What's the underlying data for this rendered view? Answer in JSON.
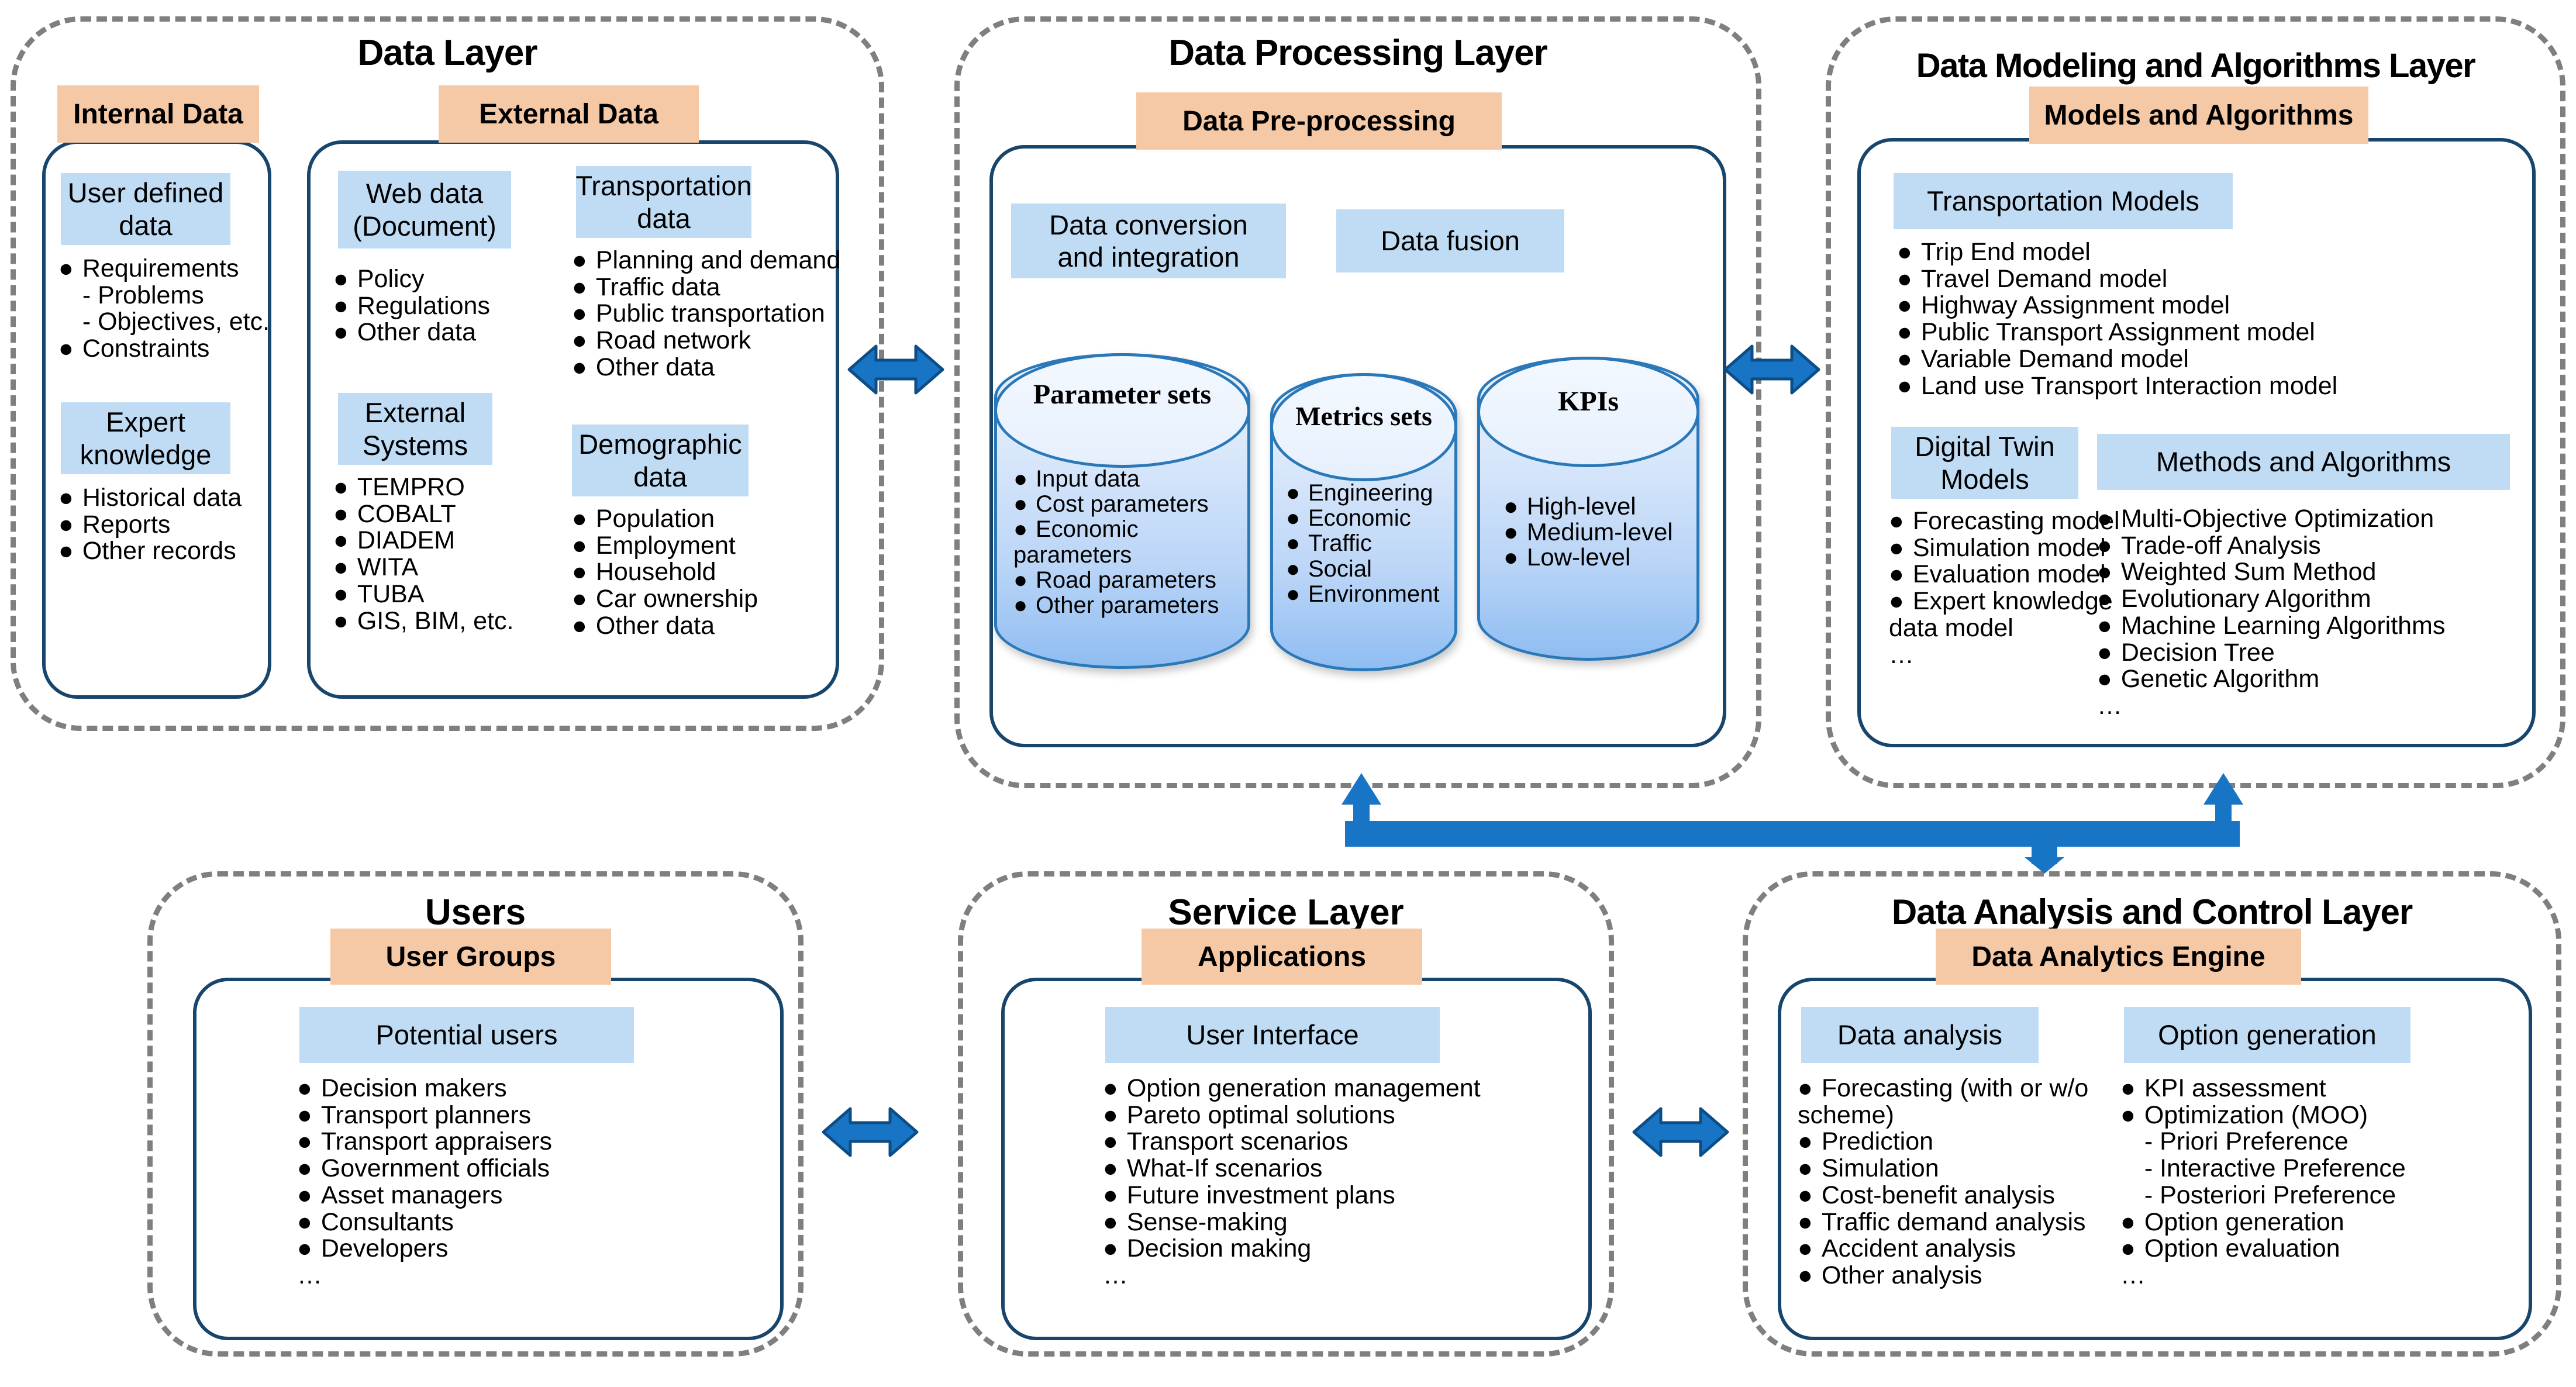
{
  "layers": {
    "data_layer": {
      "title": "Data Layer",
      "internal": {
        "tab": "Internal Data",
        "user_defined": {
          "caption": "User defined\ndata",
          "items": [
            "Requirements",
            "- Problems",
            "- Objectives, etc.",
            "Constraints"
          ]
        },
        "expert": {
          "caption": "Expert\nknowledge",
          "items": [
            "Historical data",
            "Reports",
            "Other records"
          ]
        }
      },
      "external": {
        "tab": "External Data",
        "web": {
          "caption": "Web data\n(Document)",
          "items": [
            "Policy",
            "Regulations",
            "Other data"
          ]
        },
        "transportation": {
          "caption": "Transportation\ndata",
          "items": [
            "Planning and demand",
            "Traffic data",
            "Public transportation",
            "Road network",
            "Other data"
          ]
        },
        "systems": {
          "caption": "External\nSystems",
          "items": [
            "TEMPRO",
            "COBALT",
            "DIADEM",
            "WITA",
            "TUBA",
            "GIS, BIM, etc."
          ]
        },
        "demographic": {
          "caption": "Demographic\ndata",
          "items": [
            "Population",
            "Employment",
            "Household",
            "Car ownership",
            "Other data"
          ]
        }
      }
    },
    "processing_layer": {
      "title": "Data Processing Layer",
      "tab": "Data Pre-processing",
      "conversion": "Data conversion\nand integration",
      "fusion": "Data fusion",
      "cylinders": [
        {
          "label": "Parameter sets",
          "items": [
            "Input data",
            "Cost parameters",
            "Economic",
            "parameters",
            "Road parameters",
            "Other parameters"
          ]
        },
        {
          "label": "Metrics sets",
          "items": [
            "Engineering",
            "Economic",
            "Traffic",
            "Social",
            "Environment"
          ]
        },
        {
          "label": "KPIs",
          "items": [
            "High-level",
            "Medium-level",
            "Low-level"
          ]
        }
      ]
    },
    "modeling_layer": {
      "title": "Data Modeling and Algorithms Layer",
      "tab": "Models and Algorithms",
      "transport_models": {
        "caption": "Transportation  Models",
        "items": [
          "Trip End model",
          "Travel Demand model",
          "Highway Assignment model",
          "Public Transport Assignment model",
          "Variable Demand model",
          "Land use Transport Interaction model"
        ]
      },
      "digital_twin": {
        "caption": "Digital Twin\nModels",
        "items": [
          "Forecasting model",
          "Simulation model",
          "Evaluation model",
          "Expert knowledge",
          "data model",
          "…"
        ]
      },
      "methods": {
        "caption": "Methods and Algorithms",
        "items": [
          "Multi-Objective Optimization",
          "Trade-off Analysis",
          "Weighted Sum Method",
          "Evolutionary Algorithm",
          "Machine Learning  Algorithms",
          "Decision Tree",
          "Genetic Algorithm",
          "…"
        ]
      }
    },
    "users_layer": {
      "title": "Users",
      "tab": "User Groups",
      "potential": {
        "caption": "Potential  users",
        "items": [
          "Decision makers",
          "Transport planners",
          "Transport appraisers",
          "Government officials",
          "Asset managers",
          "Consultants",
          "Developers",
          "…"
        ]
      }
    },
    "service_layer": {
      "title": "Service Layer",
      "tab": "Applications",
      "ui": {
        "caption": "User Interface",
        "items": [
          "Option generation management",
          "Pareto optimal solutions",
          "Transport scenarios",
          "What-If scenarios",
          "Future investment plans",
          "Sense-making",
          "Decision making",
          "…"
        ]
      }
    },
    "analysis_layer": {
      "title": "Data Analysis and Control Layer",
      "tab": "Data Analytics Engine",
      "analysis": {
        "caption": "Data analysis",
        "items": [
          "Forecasting (with or w/o",
          "scheme)",
          "Prediction",
          "Simulation",
          "Cost-benefit analysis",
          "Traffic demand analysis",
          "Accident analysis",
          "Other analysis"
        ]
      },
      "option": {
        "caption": "Option generation",
        "items": [
          "KPI assessment",
          "Optimization (MOO)",
          "- Priori Preference",
          "- Interactive Preference",
          "- Posteriori Preference",
          "Option generation",
          "Option evaluation",
          "…"
        ]
      }
    }
  },
  "colors": {
    "tab_orange": "#f6c9a6",
    "caption_blue": "#bfdcf4",
    "panel_border": "#17456b",
    "layer_border": "#7f7f7f",
    "arrow_blue": "#1874c4",
    "cylinder_border": "#2a78b8"
  },
  "connectors": {
    "data_to_processing": "bidirectional-arrow",
    "processing_to_modeling": "bidirectional-arrow",
    "users_to_service": "bidirectional-arrow",
    "service_to_analysis": "bidirectional-arrow",
    "top_to_bottom_bracket": "bracket-arrow"
  }
}
